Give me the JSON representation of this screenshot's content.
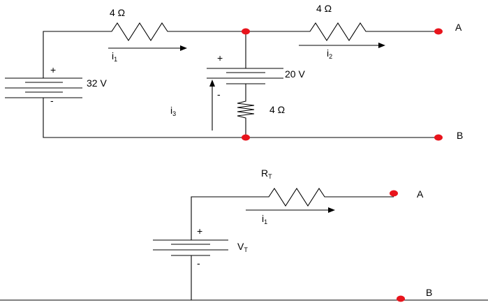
{
  "circuit1": {
    "r_left_label": "4 Ω",
    "r_right_label": "4 Ω",
    "r_bottom_label": "4 Ω",
    "source_32": {
      "plus": "+",
      "minus": "-",
      "value": "32 V"
    },
    "source_20": {
      "plus": "+",
      "minus": "-",
      "value": "20 V"
    },
    "current_i1": {
      "base": "i",
      "sub": "1"
    },
    "current_i2": {
      "base": "i",
      "sub": "2"
    },
    "current_i3": {
      "base": "i",
      "sub": "3"
    },
    "terminal_a": "A",
    "terminal_b": "B"
  },
  "circuit2": {
    "rt": {
      "base": "R",
      "sub": "T"
    },
    "vt": {
      "base": "V",
      "sub": "T"
    },
    "plus": "+",
    "minus": "-",
    "current_i1": {
      "base": "i",
      "sub": "1"
    },
    "terminal_a": "A",
    "terminal_b": "B"
  },
  "colors": {
    "wire": "#000000",
    "node": "#e8141c",
    "background": "#ffffff"
  }
}
